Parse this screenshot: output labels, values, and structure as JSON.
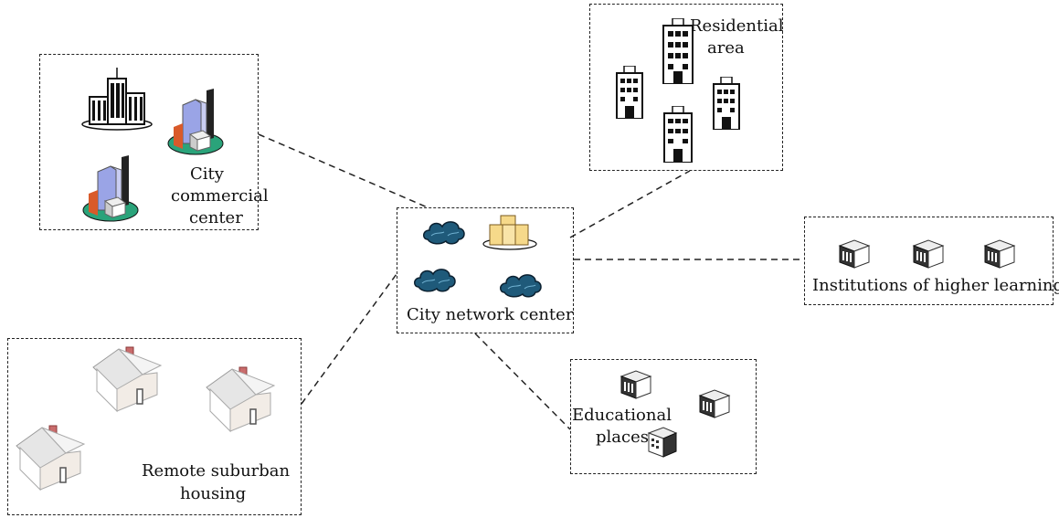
{
  "nodes": {
    "residential": {
      "title": "Residential",
      "title2": "area"
    },
    "commercial": {
      "title": "City",
      "title2": "commercial",
      "title3": "center"
    },
    "network": {
      "title": "City network center"
    },
    "higher": {
      "title": "Institutions of higher learning"
    },
    "suburban": {
      "title": "Remote suburban",
      "title2": "housing"
    },
    "educational": {
      "title": "Educational",
      "title2": "places"
    }
  },
  "icons": {
    "cloud": "cloud-icon",
    "server": "server-icon",
    "skyscraper": "skyscraper-icon",
    "office_tower": "office-tower-icon",
    "apartment": "apartment-building-icon",
    "house": "house-icon",
    "school": "school-building-icon"
  },
  "colors": {
    "line": "#222222",
    "cloud": "#1f5a7a",
    "server": "#f6d98a",
    "house_roof": "#c96c6c",
    "office_glass": "#9aa4e6",
    "office_base": "#2aa37a"
  }
}
